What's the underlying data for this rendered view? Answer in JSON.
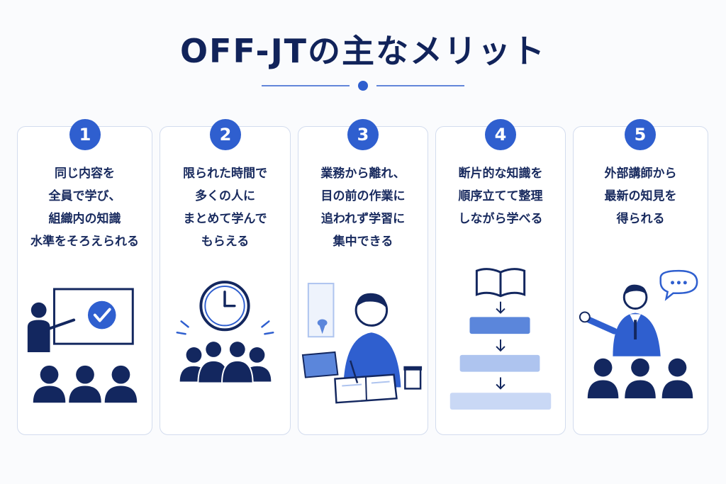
{
  "title": "OFF-JTの主なメリット",
  "colors": {
    "navy": "#13275f",
    "blue": "#2f5fcf",
    "light": "#aec4ef",
    "lighter": "#c9d8f5"
  },
  "cards": [
    {
      "number": "1",
      "text": "同じ内容を\n全員で学び、\n組織内の知識\n水準をそろえられる",
      "icon": "presentation-icon"
    },
    {
      "number": "2",
      "text": "限られた時間で\n多くの人に\nまとめて学んで\nもらえる",
      "icon": "clock-group-icon"
    },
    {
      "number": "3",
      "text": "業務から離れ、\n目の前の作業に\n追われず学習に\n集中できる",
      "icon": "studying-person-icon"
    },
    {
      "number": "4",
      "text": "断片的な知識を\n順序立てて整理\nしながら学べる",
      "icon": "book-steps-icon"
    },
    {
      "number": "5",
      "text": "外部講師から\n最新の知見を\n得られる",
      "icon": "lecturer-icon"
    }
  ]
}
